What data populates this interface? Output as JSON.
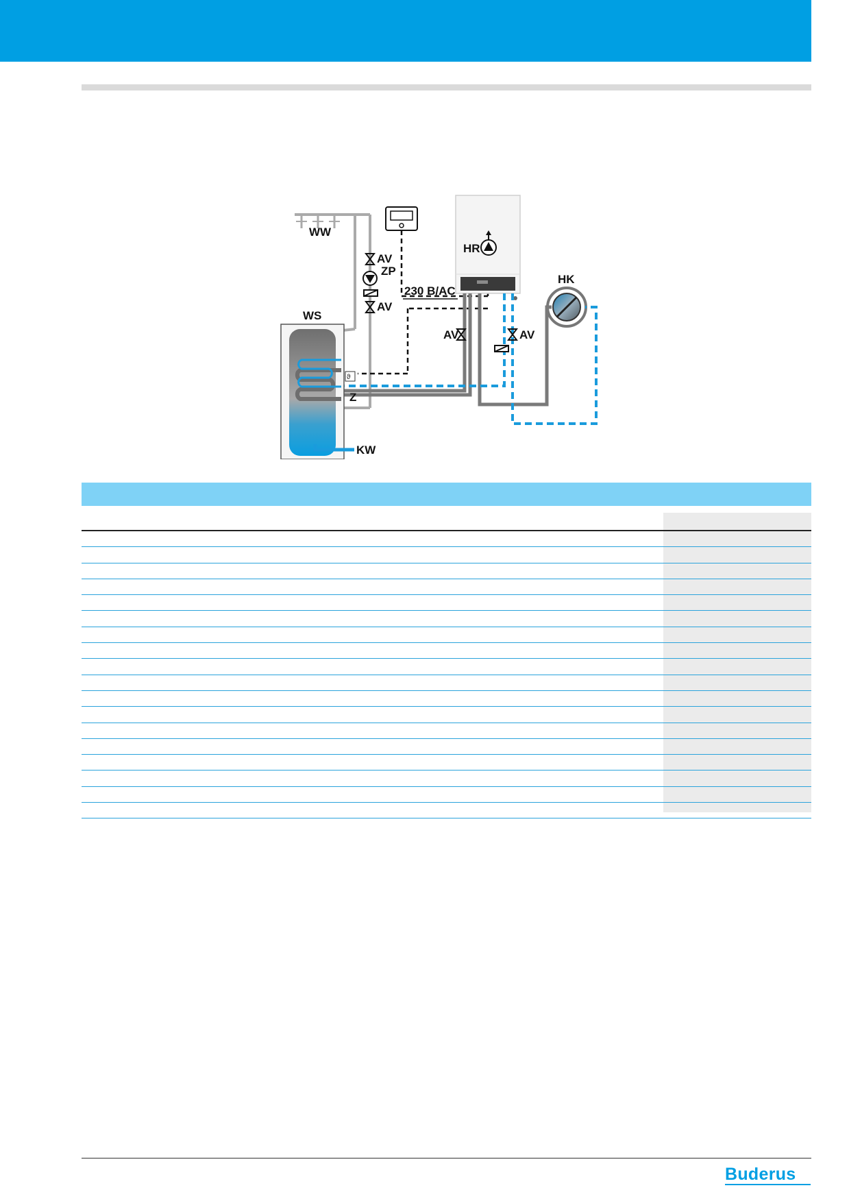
{
  "colors": {
    "brand_blue": "#009fe3",
    "light_blue": "#7fd2f6",
    "grey_pipe": "#aaaaaa",
    "dark_pipe": "#7a7a7a"
  },
  "diagram": {
    "ww": "WW",
    "av1": "AV",
    "zp": "ZP",
    "av2": "AV",
    "power": "230 B/AC",
    "hr": "HR",
    "hk": "HK",
    "ws": "WS",
    "av_left": "AV",
    "av_right": "AV",
    "z": "Z",
    "kw": "KW"
  },
  "brand": {
    "name": "Buderus"
  }
}
